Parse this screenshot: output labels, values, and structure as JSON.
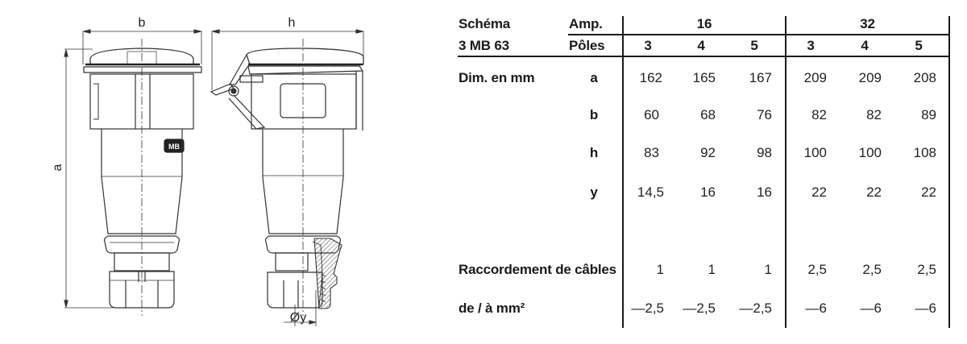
{
  "drawing": {
    "labels": {
      "b": "b",
      "h": "h",
      "a": "a",
      "y": "Øy"
    },
    "logo_text": "MB"
  },
  "table": {
    "header": {
      "schema_label": "Schéma",
      "schema_value": "3 MB 63",
      "amp_label": "Amp.",
      "poles_label": "Pôles",
      "amp_groups": [
        "16",
        "32"
      ],
      "poles": [
        "3",
        "4",
        "5",
        "3",
        "4",
        "5"
      ]
    },
    "dim_section_label": "Dim. en mm",
    "rows": [
      {
        "key": "a",
        "values": [
          "162",
          "165",
          "167",
          "209",
          "209",
          "208"
        ]
      },
      {
        "key": "b",
        "values": [
          "60",
          "68",
          "76",
          "82",
          "82",
          "89"
        ]
      },
      {
        "key": "h",
        "values": [
          "83",
          "92",
          "98",
          "100",
          "100",
          "108"
        ]
      },
      {
        "key": "y",
        "values": [
          "14,5",
          "16",
          "16",
          "22",
          "22",
          "22"
        ]
      }
    ],
    "cable": {
      "label_line1": "Raccordement de câbles",
      "label_line2": "de / à mm²",
      "from": [
        "1",
        "1",
        "1",
        "2,5",
        "2,5",
        "2,5"
      ],
      "to": [
        "—2,5",
        "—2,5",
        "—2,5",
        "—6",
        "—6",
        "—6"
      ]
    }
  }
}
